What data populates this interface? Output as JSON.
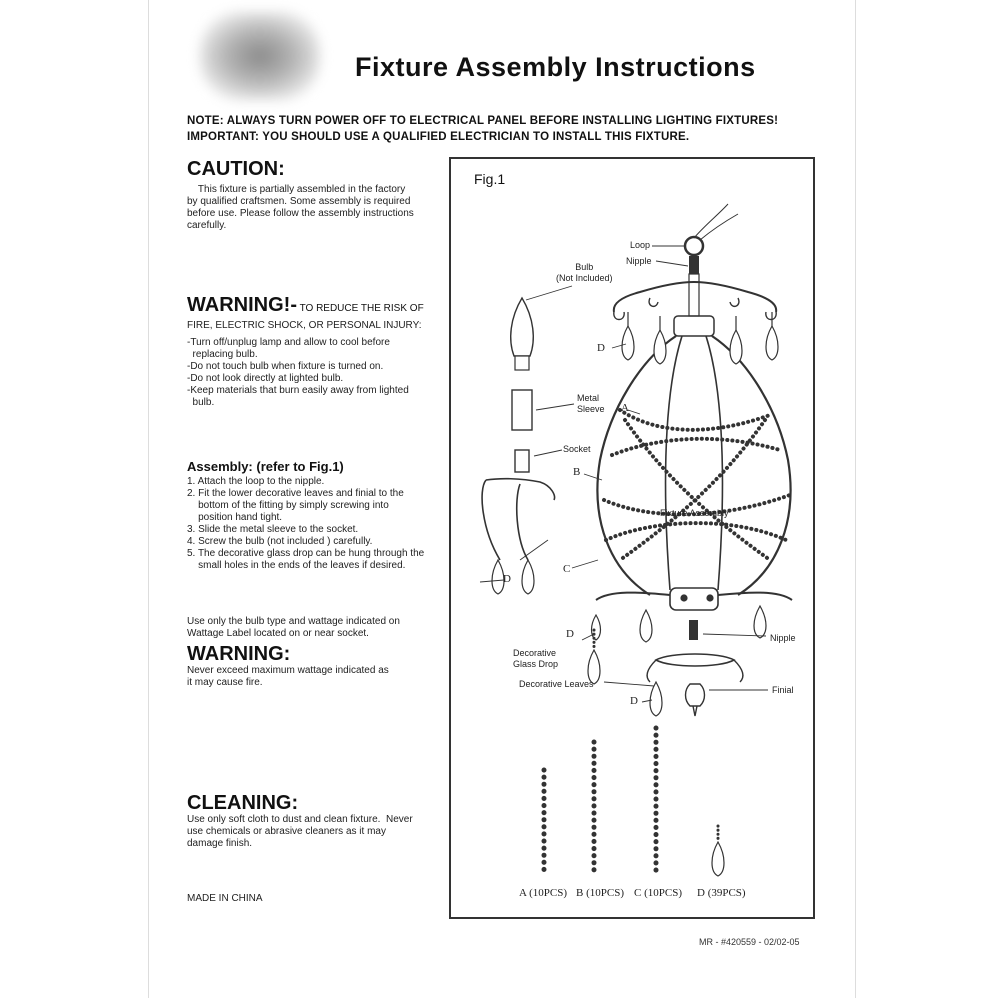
{
  "header": {
    "title": "Fixture Assembly Instructions",
    "note": "NOTE: ALWAYS TURN POWER OFF TO ELECTRICAL PANEL BEFORE INSTALLING LIGHTING FIXTURES!",
    "important": "IMPORTANT:   YOU SHOULD USE A QUALIFIED ELECTRICIAN TO INSTALL THIS FIXTURE."
  },
  "caution": {
    "heading": "CAUTION:",
    "text": "    This fixture is partially assembled in the factory\nby qualified craftsmen. Some assembly is required\nbefore use. Please follow the assembly instructions\ncarefully."
  },
  "warning1": {
    "heading": "WARNING!-",
    "lead": " TO REDUCE THE RISK OF",
    "lead2": "FIRE, ELECTRIC SHOCK, OR PERSONAL INJURY:",
    "items": "-Turn off/unplug lamp and allow to cool before\n  replacing bulb.\n-Do not touch bulb when fixture is turned on.\n-Do not look directly at lighted bulb.\n-Keep materials that burn easily away from lighted\n  bulb."
  },
  "assembly": {
    "heading": "Assembly: (refer to Fig.1)",
    "steps": "1. Attach the loop to the nipple.\n2. Fit the lower decorative leaves and finial to the\n    bottom of the fitting by simply screwing into\n    position hand tight.\n3. Slide the metal sleeve to the socket.\n4. Screw the bulb (not included ) carefully.\n5. The decorative glass drop can be hung through the\n    small holes in the ends of the leaves if desired."
  },
  "wattage_note": "Use only the bulb type and wattage indicated on\nWattage Label located on or near socket.",
  "warning2": {
    "heading": "WARNING:",
    "text": "Never exceed maximum wattage indicated as\nit may cause fire."
  },
  "cleaning": {
    "heading": "CLEANING:",
    "text": "Use only soft cloth to dust and clean fixture.  Never\nuse chemicals or abrasive cleaners as it may\ndamage finish."
  },
  "made_in": "MADE IN CHINA",
  "figure": {
    "label": "Fig.1",
    "callouts": {
      "loop": "Loop",
      "nipple_top": "Nipple",
      "bulb": "Bulb\n(Not Included)",
      "metal_sleeve": "Metal\nSleeve",
      "socket": "Socket",
      "fixture_assembly": "Fixture Assembly",
      "nipple_bottom": "Nipple",
      "glass_drop": "Decorative\nGlass Drop",
      "leaves": "Decorative Leaves",
      "finial": "Finial"
    },
    "letters": {
      "a": "A",
      "b": "B",
      "c": "C",
      "d": "D"
    },
    "parts": [
      "A (10PCS)",
      "B (10PCS)",
      "C (10PCS)",
      "D (39PCS)"
    ]
  },
  "footer": "MR - #420559 - 02/02-05"
}
